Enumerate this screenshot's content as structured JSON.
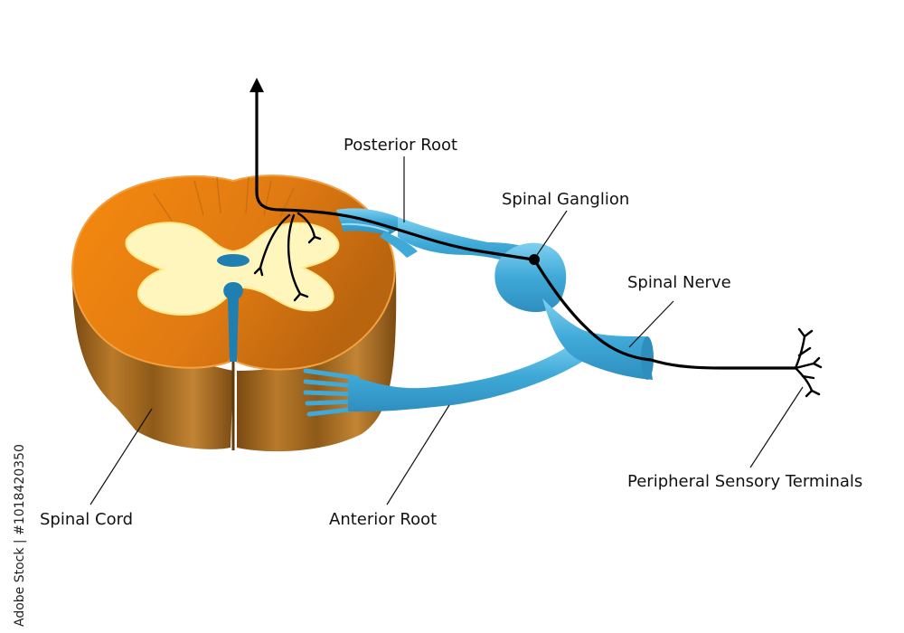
{
  "labels": {
    "posterior_root": "Posterior Root",
    "spinal_ganglion": "Spinal Ganglion",
    "spinal_nerve": "Spinal Nerve",
    "spinal_cord": "Spinal Cord",
    "anterior_root": "Anterior Root",
    "peripheral_sensory_terminals": "Peripheral Sensory Terminals"
  },
  "credit": "Adobe Stock | #1018420350",
  "colors": {
    "white_matter_top": "#e8820c",
    "white_matter_side": "#9a5a14",
    "gray_matter": "#fff5b8",
    "nerve_blue": "#4ab2dc",
    "neuron": "#000000"
  }
}
